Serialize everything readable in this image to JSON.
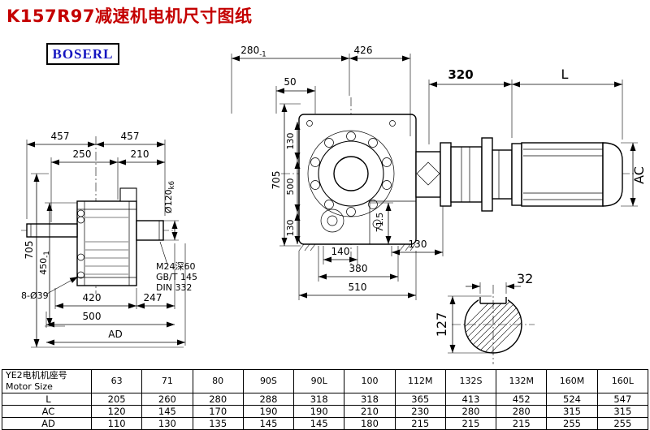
{
  "page": {
    "title": "K157R97减速机电机尺寸图纸",
    "logo": "BOSERL",
    "colors": {
      "title": "#c40000",
      "logo_text": "#1515c0",
      "line": "#000000"
    }
  },
  "front_view": {
    "d280": "280",
    "d280_tol": "-1",
    "d426": "426",
    "d50": "50",
    "d320": "320",
    "dL": "L",
    "d705": "705",
    "d130_top": "130",
    "d500": "500",
    "d130_bot": "130",
    "d71_5": "71.5",
    "d140": "140",
    "d380": "380",
    "d510": "510",
    "d130_right": "130",
    "dAC": "AC"
  },
  "side_view": {
    "d457_left": "457",
    "d457_right": "457",
    "d250": "250",
    "d210": "210",
    "shaft_dia": "Ø120",
    "shaft_fit": "k6",
    "d705": "705",
    "d450": "450",
    "d450_tol": "-1",
    "tap_note": "M24深60",
    "std1": "GB/T 145",
    "std2": "DIN 332",
    "holes_note": "8-Ø39",
    "d420": "420",
    "d247": "247",
    "d500": "500",
    "dAD": "AD"
  },
  "shaft_section": {
    "key_width": "32",
    "diameter": "127"
  },
  "table": {
    "header_cn": "YE2电机机座号",
    "header_en": "Motor Size",
    "columns": [
      "63",
      "71",
      "80",
      "90S",
      "90L",
      "100",
      "112M",
      "132S",
      "132M",
      "160M",
      "160L"
    ],
    "rows": [
      {
        "label": "L",
        "values": [
          "205",
          "260",
          "280",
          "288",
          "318",
          "318",
          "365",
          "413",
          "452",
          "524",
          "547"
        ]
      },
      {
        "label": "AC",
        "values": [
          "120",
          "145",
          "170",
          "190",
          "190",
          "210",
          "230",
          "280",
          "280",
          "315",
          "315"
        ]
      },
      {
        "label": "AD",
        "values": [
          "110",
          "130",
          "135",
          "145",
          "145",
          "180",
          "215",
          "215",
          "215",
          "255",
          "255"
        ]
      }
    ]
  }
}
